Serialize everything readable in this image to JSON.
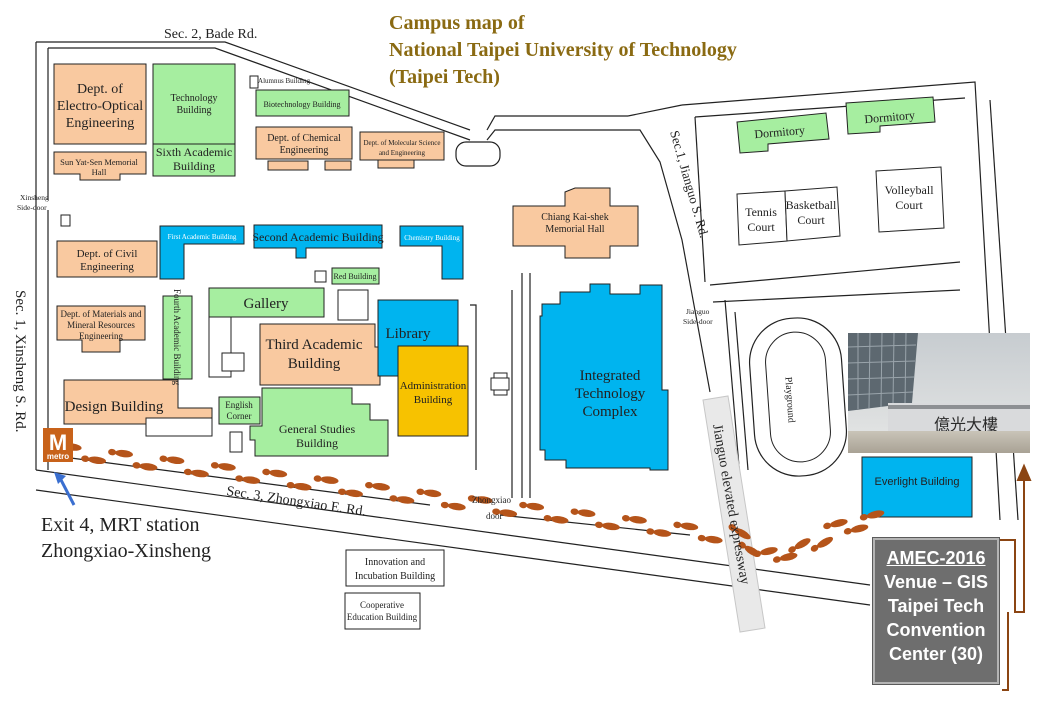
{
  "title": [
    "Campus map of",
    "National Taipei University of Technology",
    "(Taipei Tech)"
  ],
  "roads": {
    "bade": "Sec. 2, Bade Rd.",
    "jianguo": "Sec.1, Jianguo S. Rd.",
    "xinsheng": "Sec. 1, Xinsheng S. Rd.",
    "zhongxiao": "Sec. 3, Zhongxiao E. Rd.",
    "expressway": "Jianguo elevated expressway"
  },
  "gates": {
    "xinsheng_side": [
      "Xinsheng",
      "Side-door"
    ],
    "jianguo_side": [
      "Jianguo",
      "Side-door"
    ],
    "zhongxiao": [
      "Zhongxiao",
      "door"
    ]
  },
  "buildings": {
    "electro_optical": [
      "Dept. of",
      "Electro-Optical",
      "Engineering"
    ],
    "sun_yat_sen": [
      "Sun Yat-Sen Memorial",
      "Hall"
    ],
    "technology": [
      "Technology",
      "Building"
    ],
    "sixth_academic": [
      "Sixth Academic",
      "Building"
    ],
    "alumnus": "Alumnus Building",
    "biotechnology": "Biotechnology Building",
    "chemical_eng": [
      "Dept. of Chemical",
      "Engineering"
    ],
    "molecular": [
      "Dept. of Molecular Science",
      "and Engineering"
    ],
    "civil_eng": [
      "Dept. of Civil",
      "Engineering"
    ],
    "first_academic": "First Academic Building",
    "second_academic": "Second Academic Building",
    "chemistry": "Chemistry Building",
    "red_building": "Red Building",
    "chiang_kai_shek": [
      "Chiang Kai-shek",
      "Memorial Hall"
    ],
    "materials": [
      "Dept. of Materials and",
      "Mineral  Resources",
      "Engineering"
    ],
    "fourth_academic": "Fourth Academic Building",
    "gallery": "Gallery",
    "third_academic": [
      "Third Academic",
      "Building"
    ],
    "library": "Library",
    "administration": [
      "Administration",
      "Building"
    ],
    "integrated": [
      "Integrated",
      "Technology",
      "Complex"
    ],
    "design": "Design Building",
    "english_corner": [
      "English",
      "Corner"
    ],
    "general_studies": [
      "General Studies",
      "Building"
    ],
    "innovation": [
      "Innovation and",
      "Incubation Building"
    ],
    "cooperative": [
      "Cooperative",
      "Education Building"
    ],
    "dormitory_1": "Dormitory",
    "dormitory_2": "Dormitory",
    "tennis": [
      "Tennis",
      "Court"
    ],
    "basketball": [
      "Basketball",
      "Court"
    ],
    "volleyball": [
      "Volleyball",
      "Court"
    ],
    "playground": "Playground",
    "everlight": "Everlight Building"
  },
  "metro": {
    "letter": "M",
    "word": "metro"
  },
  "exit": [
    "Exit 4, MRT station",
    "Zhongxiao-Xinsheng"
  ],
  "venue": [
    "AMEC-2016",
    "Venue – GIS",
    "Taipei Tech",
    "Convention",
    "Center (30)"
  ],
  "photo_sign": "億光大樓",
  "colors": {
    "title": "#8a6a12",
    "academic_orange": "#f9c9a0",
    "green": "#a6eea0",
    "blue": "#00b4ef",
    "gold": "#f7c200",
    "venue_box": "#6e6e6e",
    "footprints": "#b5541a",
    "arrow_brown": "#8b4513",
    "metro": "#c8621a",
    "exit_arrow": "#3a6fd0"
  }
}
